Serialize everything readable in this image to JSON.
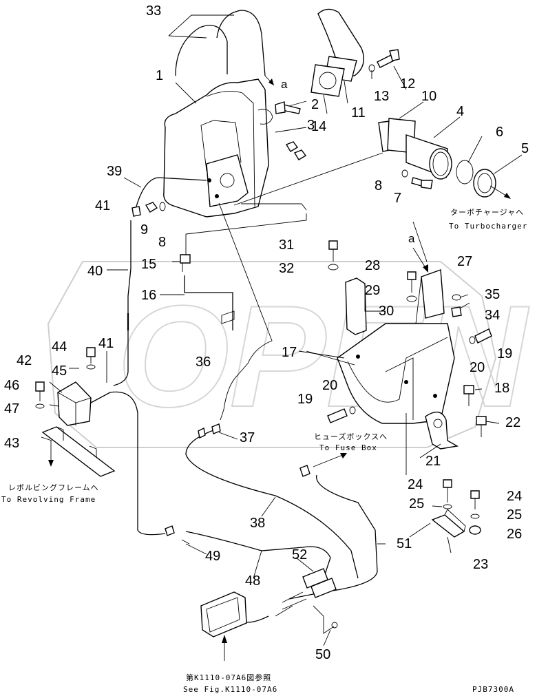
{
  "diagram": {
    "code": "PJB7300A",
    "notes": {
      "turbo_jp": "ターボチャージャへ",
      "turbo_en": "To Turbocharger",
      "fuse_jp": "ヒューズボックスへ",
      "fuse_en": "To Fuse Box",
      "revolving_jp": "レボルビングフレームへ",
      "revolving_en": "To Revolving Frame",
      "fig_jp": "第K1110-07A6図参照",
      "fig_en": "See Fig.K1110-07A6"
    },
    "detail_marks": [
      "a",
      "a"
    ],
    "callouts": [
      "33",
      "1",
      "2",
      "3",
      "14",
      "11",
      "13",
      "12",
      "10",
      "4",
      "6",
      "5",
      "39",
      "41",
      "9",
      "8",
      "8",
      "7",
      "31",
      "32",
      "28",
      "27",
      "15",
      "29",
      "35",
      "16",
      "30",
      "34",
      "40",
      "42",
      "44",
      "41",
      "45",
      "46",
      "47",
      "43",
      "36",
      "17",
      "20",
      "19",
      "18",
      "37",
      "19",
      "20",
      "22",
      "21",
      "38",
      "24",
      "25",
      "24",
      "25",
      "26",
      "51",
      "49",
      "52",
      "23",
      "48",
      "50"
    ],
    "watermark": "OPEN"
  }
}
